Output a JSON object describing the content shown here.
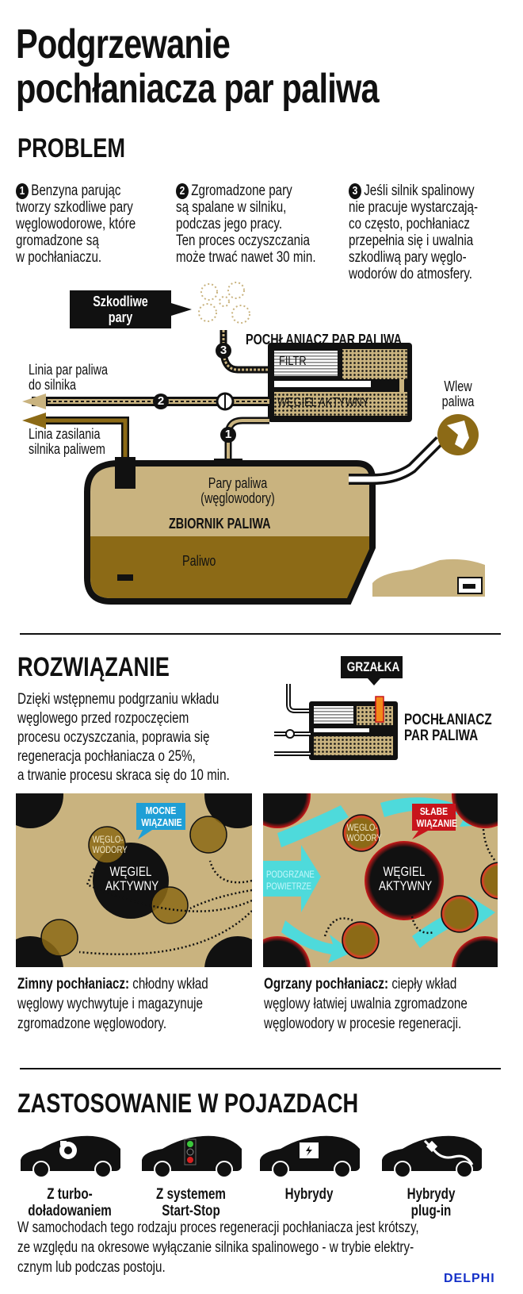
{
  "title": {
    "lines": [
      "Podgrzewanie",
      "pochłaniacza par paliwa"
    ]
  },
  "problem": {
    "heading": "PROBLEM",
    "steps": [
      {
        "num": "1",
        "lines": [
          "Benzyna parując",
          "tworzy szkodliwe pary",
          "węglowodorowe, które",
          "gromadzone są",
          "w pochłaniaczu."
        ]
      },
      {
        "num": "2",
        "lines": [
          "Zgromadzone pary",
          "są spalane w silniku,",
          "podczas jego pracy.",
          "Ten proces oczyszczania",
          "może trwać nawet 30 min."
        ]
      },
      {
        "num": "3",
        "lines": [
          "Jeśli silnik spalinowy",
          "nie pracuje wystarczają-",
          "co często, pochłaniacz",
          "przepełnia się i uwalnia",
          "szkodliwą pary węglo-",
          "wodorów do atmosfery."
        ]
      }
    ]
  },
  "diagram": {
    "harmful_label": [
      "Szkodliwe",
      "pary"
    ],
    "canister_title": "POCHŁANIACZ PAR PALIWA",
    "filter": "FILTR",
    "carbon": "WĘGIEL AKTYWNY",
    "vapor_line": [
      "Linia par paliwa",
      "do silnika"
    ],
    "fuel_line": [
      "Linia zasilania",
      "silnika paliwem"
    ],
    "filler": [
      "Wlew",
      "paliwa"
    ],
    "tank_vapor": [
      "Pary paliwa",
      "(węglowodory)"
    ],
    "tank_label": "ZBIORNIK PALIWA",
    "fuel": "Paliwo",
    "markers": [
      "1",
      "2",
      "3"
    ]
  },
  "solution": {
    "heading": "ROZWIĄZANIE",
    "lines": [
      "Dzięki wstępnemu podgrzaniu wkładu",
      "węglowego przed rozpoczęciem",
      "procesu oczyszczania, poprawia się",
      "regeneracja pochłaniacza o 25%,",
      "a trwanie procesu skraca się do 10 min."
    ],
    "heater": "GRZAŁKA",
    "canister": [
      "POCHŁANIACZ",
      "PAR PALIWA"
    ],
    "cold": {
      "bubble": [
        "MOCNE",
        "WIĄZANIE"
      ],
      "hc": [
        "WĘGLO-",
        "WODORY"
      ],
      "carbon": [
        "WĘGIEL",
        "AKTYWNY"
      ],
      "caption_bold": "Zimny pochłaniacz:",
      "caption": [
        "chłodny wkład",
        "węglowy wychwytuje i magazynuje",
        "zgromadzone węglowodory."
      ]
    },
    "hot": {
      "bubble": [
        "SŁABE",
        "WIĄZANIE"
      ],
      "hc": [
        "WĘGLO-",
        "WODORY"
      ],
      "carbon": [
        "WĘGIEL",
        "AKTYWNY"
      ],
      "air": [
        "PODGRZANE",
        "POWIETRZE"
      ],
      "caption_bold": "Ogrzany pochłaniacz:",
      "caption": [
        "ciepły wkład",
        "węglowy łatwiej uwalnia zgromadzone",
        "węglowodory w procesie regeneracji."
      ]
    }
  },
  "usage": {
    "heading": "ZASTOSOWANIE W POJAZDACH",
    "vehicles": [
      {
        "icon": "turbo-icon",
        "lines": [
          "Z turbo-",
          "doładowaniem"
        ]
      },
      {
        "icon": "traffic-light-icon",
        "lines": [
          "Z systemem",
          "Start-Stop"
        ]
      },
      {
        "icon": "battery-icon",
        "lines": [
          "Hybrydy"
        ]
      },
      {
        "icon": "plug-icon",
        "lines": [
          "Hybrydy",
          "plug-in"
        ]
      }
    ],
    "lines": [
      "W samochodach tego rodzaju proces regeneracji pochłaniacza jest krótszy,",
      "ze względu na okresowe wyłączanie silnika spalinowego - w trybie elektry-",
      "cznym lub podczas postoju."
    ]
  },
  "brand": "DELPHI",
  "colors": {
    "beige": "#c9b37f",
    "fuel": "#8c6a16",
    "cyan": "#2fe3f2",
    "red": "#c8141c",
    "blue": "#1f9fd6",
    "brand": "#1430c8"
  }
}
